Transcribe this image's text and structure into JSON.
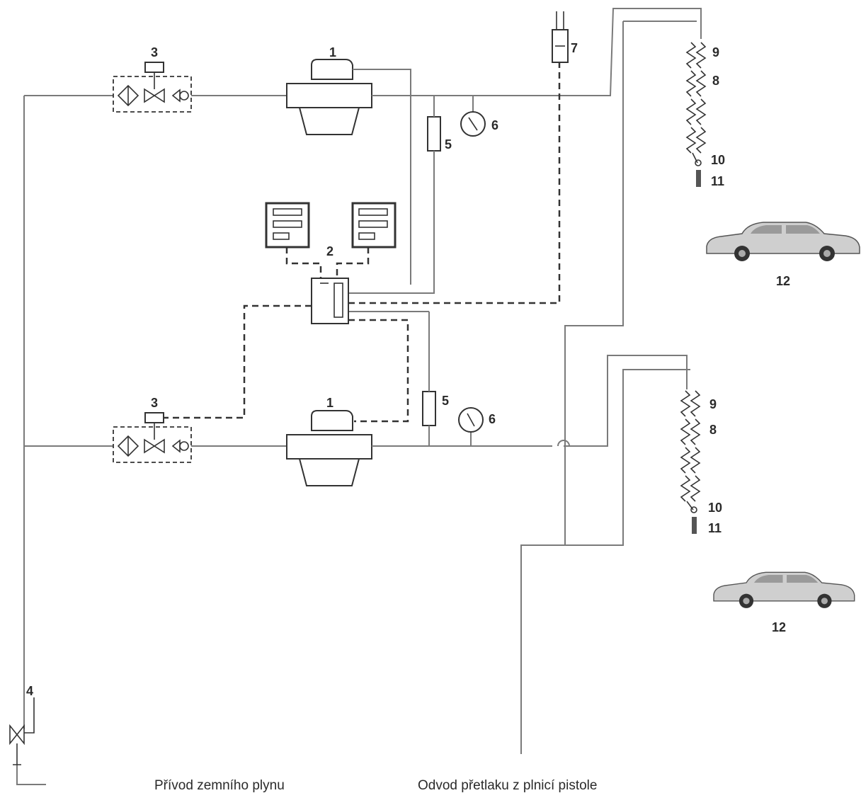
{
  "labels": {
    "compressor": "1",
    "control_unit": "2",
    "filter_valve_unit": "3",
    "main_valve": "4",
    "flow_element": "5",
    "pressure_gauge": "6",
    "component_7": "7",
    "hose_inner": "8",
    "hose_outer": "9",
    "breakaway": "10",
    "nozzle": "11",
    "vehicle": "12"
  },
  "captions": {
    "gas_supply": "Přívod zemního plynu",
    "nozzle_vent": "Odvod přetlaku z plnicí pistole"
  }
}
